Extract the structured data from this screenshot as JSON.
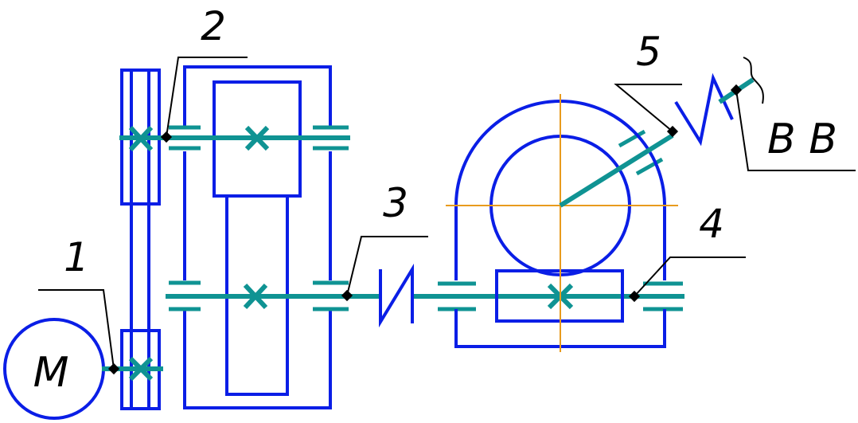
{
  "colors": {
    "blue": "#0a1ee6",
    "teal": "#0f9393",
    "orange": "#e89b1d",
    "black": "#000000"
  },
  "labels": {
    "motor": "M",
    "part1": "1",
    "part2": "2",
    "part3": "3",
    "part4": "4",
    "part5": "5",
    "output": "B B"
  }
}
